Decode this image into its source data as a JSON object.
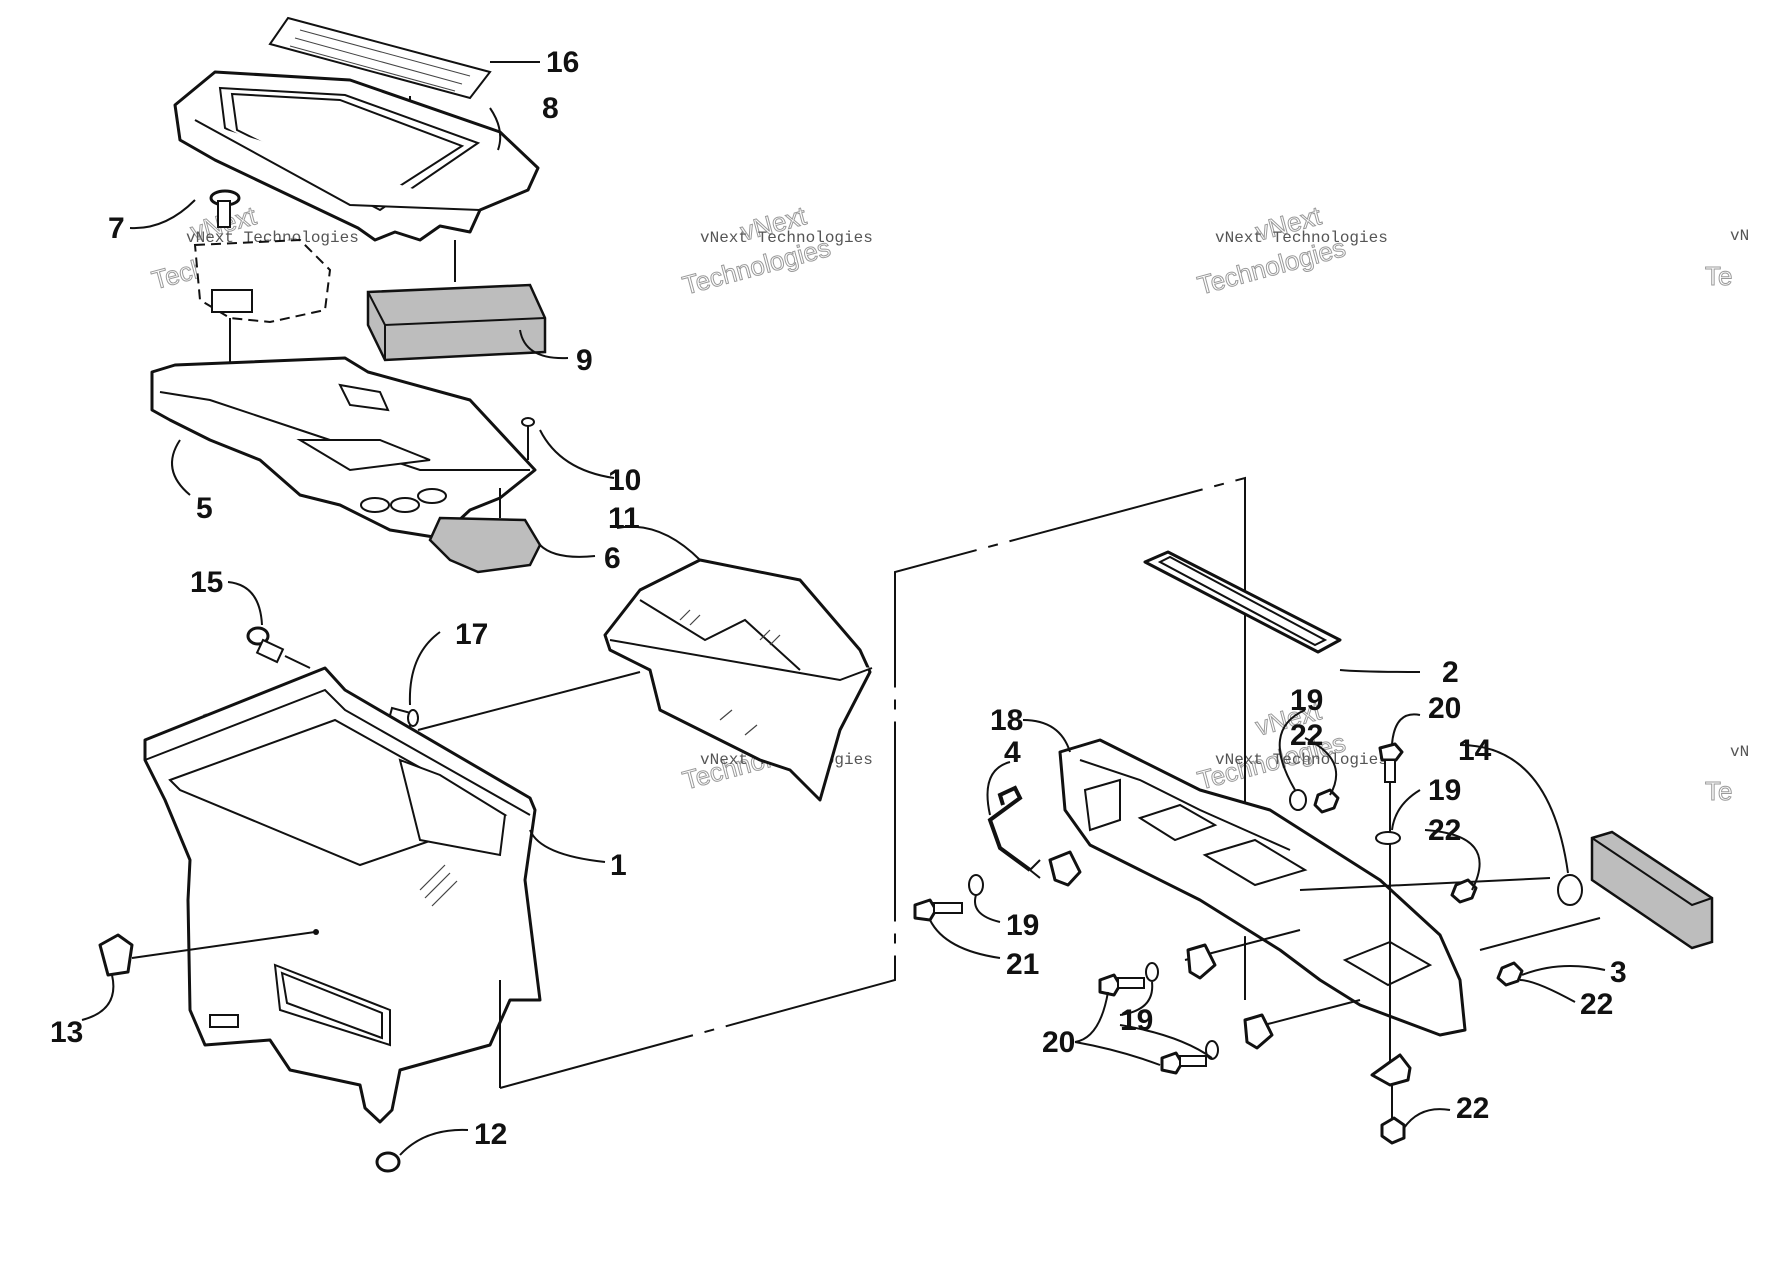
{
  "callouts": [
    {
      "id": "c16",
      "text": "16"
    },
    {
      "id": "c8",
      "text": "8"
    },
    {
      "id": "c7",
      "text": "7"
    },
    {
      "id": "c9",
      "text": "9"
    },
    {
      "id": "c10",
      "text": "10"
    },
    {
      "id": "c5",
      "text": "5"
    },
    {
      "id": "c11",
      "text": "11"
    },
    {
      "id": "c6",
      "text": "6"
    },
    {
      "id": "c15",
      "text": "15"
    },
    {
      "id": "c17",
      "text": "17"
    },
    {
      "id": "c1",
      "text": "1"
    },
    {
      "id": "c13",
      "text": "13"
    },
    {
      "id": "c12",
      "text": "12"
    },
    {
      "id": "c2",
      "text": "2"
    },
    {
      "id": "c19a",
      "text": "19"
    },
    {
      "id": "c22a",
      "text": "22"
    },
    {
      "id": "c20a",
      "text": "20"
    },
    {
      "id": "c18",
      "text": "18"
    },
    {
      "id": "c4",
      "text": "4"
    },
    {
      "id": "c14",
      "text": "14"
    },
    {
      "id": "c19b",
      "text": "19"
    },
    {
      "id": "c22b",
      "text": "22"
    },
    {
      "id": "c19c",
      "text": "19"
    },
    {
      "id": "c21",
      "text": "21"
    },
    {
      "id": "c3",
      "text": "3"
    },
    {
      "id": "c22c",
      "text": "22"
    },
    {
      "id": "c19d",
      "text": "19"
    },
    {
      "id": "c20b",
      "text": "20"
    },
    {
      "id": "c22d",
      "text": "22"
    }
  ],
  "watermark": {
    "brand": "vNext",
    "company": "vNext Technologies",
    "word": "Technologies",
    "edge_brand": "vN",
    "edge_word": "Te"
  }
}
